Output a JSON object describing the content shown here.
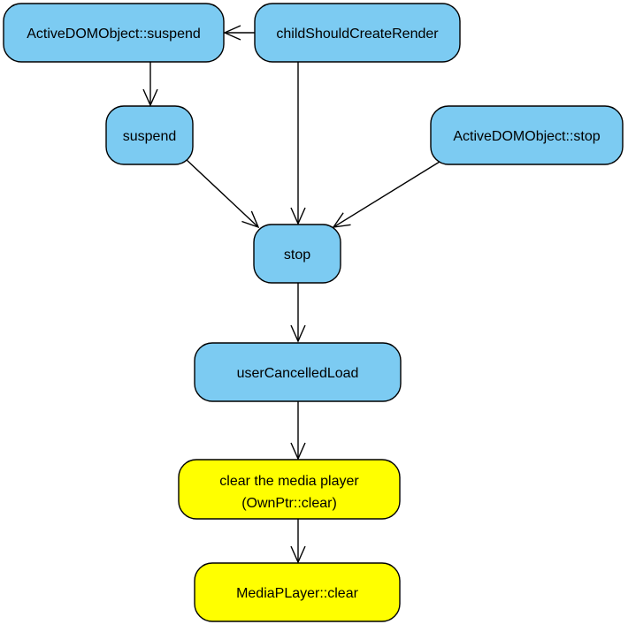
{
  "colors": {
    "blue_node": "#7ccbf2",
    "yellow_node": "#ffff00",
    "stroke": "#000000",
    "background": "#ffffff"
  },
  "nodes": {
    "active_suspend": {
      "label": "ActiveDOMObject::suspend"
    },
    "child_should_create_render": {
      "label": "childShouldCreateRender"
    },
    "suspend": {
      "label": "suspend"
    },
    "active_stop": {
      "label": "ActiveDOMObject::stop"
    },
    "stop": {
      "label": "stop"
    },
    "user_cancelled_load": {
      "label": "userCancelledLoad"
    },
    "clear_media_player": {
      "line1": "clear the media player",
      "line2": "(OwnPtr::clear)"
    },
    "media_player_clear": {
      "label": "MediaPLayer::clear"
    }
  }
}
